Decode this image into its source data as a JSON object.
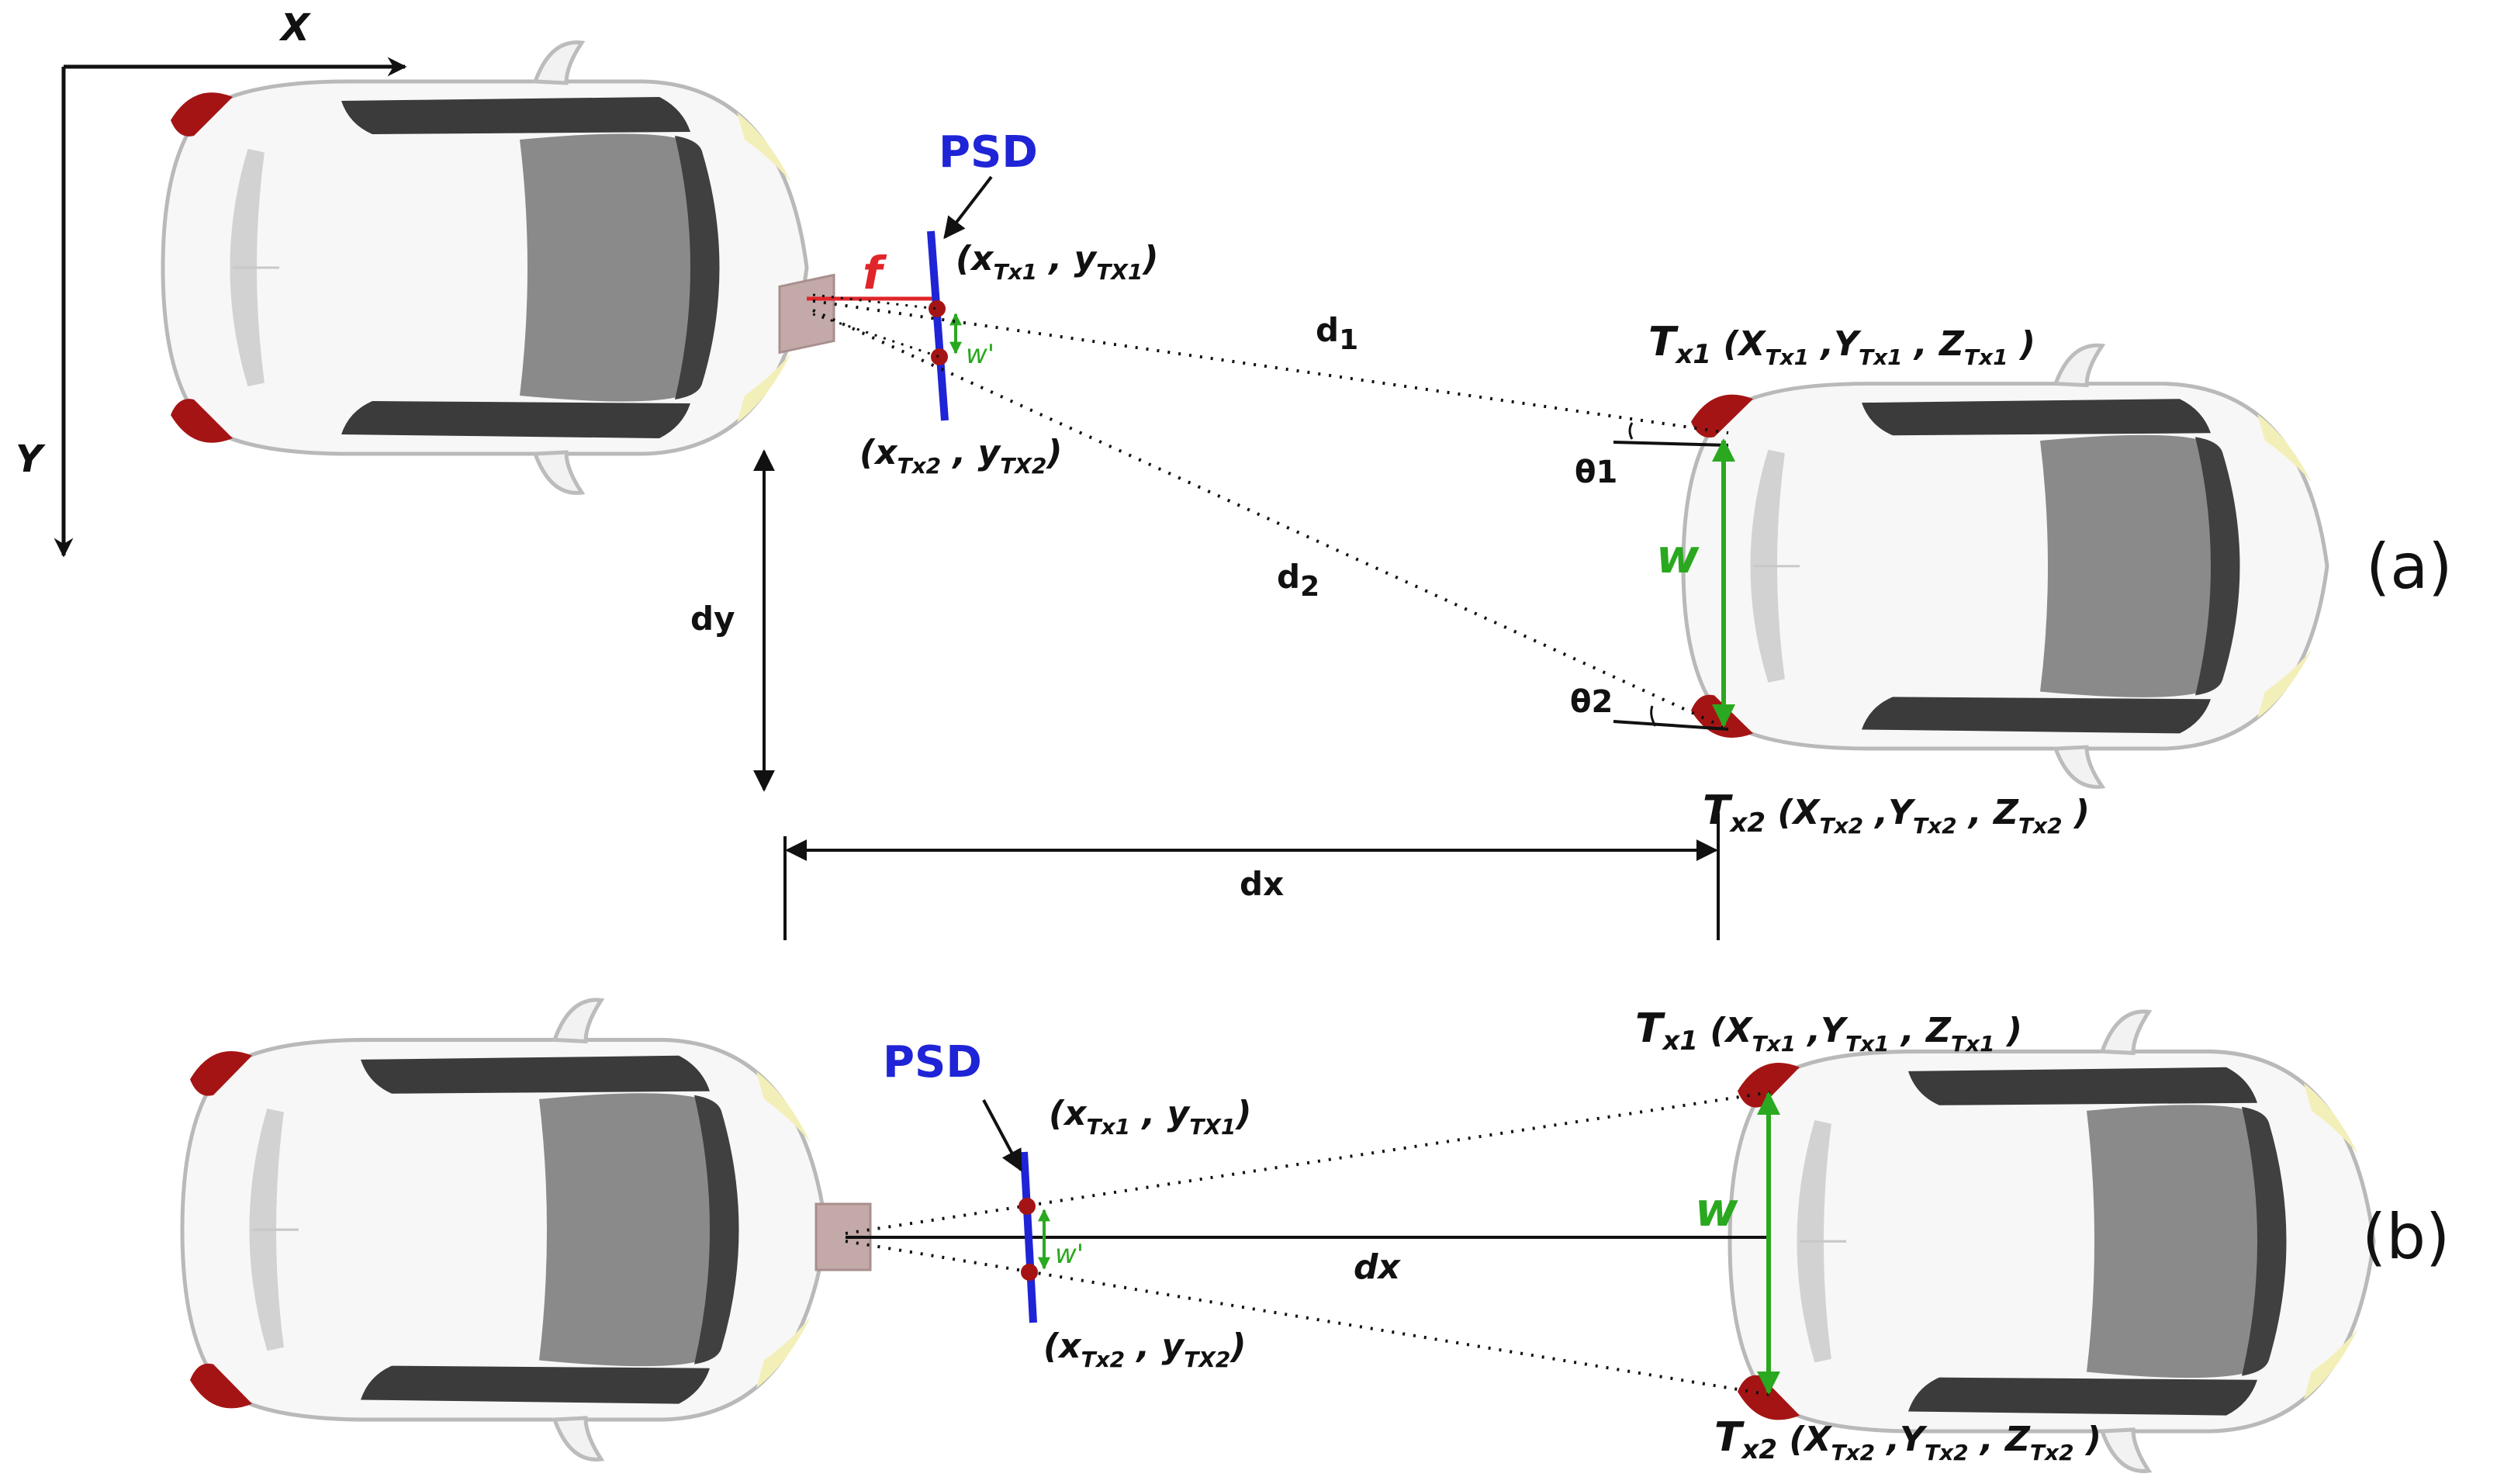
{
  "axes": {
    "x_label": "X",
    "y_label": "Y"
  },
  "panel_a": {
    "tag": "(a)",
    "psd": "PSD",
    "focal": "f",
    "img_pt1": {
      "open": "(x",
      "sub_x": "Tx1",
      "mid": " , y",
      "sub_y": "TX1",
      "close": ")"
    },
    "img_pt2": {
      "open": "(x",
      "sub_x": "Tx2",
      "mid": " , y",
      "sub_y": "TX2",
      "close": ")"
    },
    "w_prime": "w'",
    "d1": {
      "main": "d",
      "sub": "1"
    },
    "d2": {
      "main": "d",
      "sub": "2"
    },
    "theta1": "θ1",
    "theta2": "θ2",
    "w": "w",
    "dy": "dy",
    "dx": "dx",
    "tx1": {
      "T": "T",
      "Tsub": "x1",
      "X": " (X",
      "Xsub": "Tx1",
      "Y": " ,Y",
      "Ysub": "Tx1",
      "Z": " , Z",
      "Zsub": "Tx1",
      "close": " )"
    },
    "tx2": {
      "T": "T",
      "Tsub": "x2",
      "X": " (X",
      "Xsub": "Tx2",
      "Y": " ,Y",
      "Ysub": "Tx2",
      "Z": " , Z",
      "Zsub": "Tx2",
      "close": " )"
    }
  },
  "panel_b": {
    "tag": "(b)",
    "psd": "PSD",
    "img_pt1": {
      "open": "(x",
      "sub_x": "Tx1",
      "mid": " , y",
      "sub_y": "TX1",
      "close": ")"
    },
    "img_pt2": {
      "open": "(x",
      "sub_x": "Tx2",
      "mid": " , y",
      "sub_y": "TX2",
      "close": ")"
    },
    "w_prime": "w'",
    "w": "w",
    "dx": "dx",
    "tx1": {
      "T": "T",
      "Tsub": "x1",
      "X": " (X",
      "Xsub": "Tx1",
      "Y": " ,Y",
      "Ysub": "Tx1",
      "Z": " , Z",
      "Zsub": "Tx1",
      "close": " )"
    },
    "tx2": {
      "T": "T",
      "Tsub": "x2",
      "X": " (X",
      "Xsub": "Tx2",
      "Y": " ,Y",
      "Ysub": "Tx2",
      "Z": " , Z",
      "Zsub": "Tx2",
      "close": " )"
    }
  },
  "colors": {
    "psd_blue": "#1f24d6",
    "green": "#2aa81f",
    "red": "#e0252a",
    "tail_light": "#a51414"
  }
}
